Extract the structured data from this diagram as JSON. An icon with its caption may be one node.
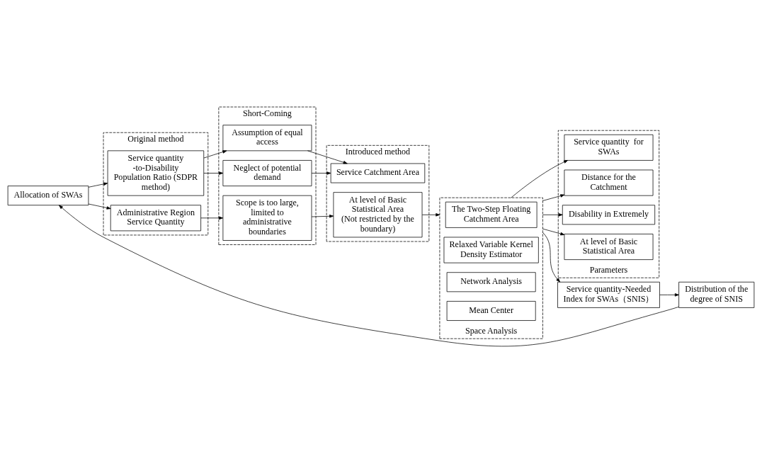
{
  "diagram": {
    "nodes": [
      {
        "text": [
          "Allocation of SWAs"
        ]
      },
      {
        "text": [
          "Original method"
        ]
      },
      {
        "text": [
          "Service quantity -to-Disability Population Ratio (SDPR method)"
        ],
        "in": 1
      },
      {
        "text": [
          "Administrative Region Service Quantity"
        ],
        "in": 1
      },
      {
        "text": [
          "Short-Coming"
        ]
      },
      {
        "text": [
          "Assumption of equal access"
        ],
        "in": 4
      },
      {
        "text": [
          "Neglect of potential demand"
        ],
        "in": 4
      },
      {
        "text": [
          "Scope is too large, limited to administrative boundaries"
        ],
        "in": 4
      },
      {
        "text": [
          "Introduced method"
        ]
      },
      {
        "text": [
          "Service Catchment Area"
        ],
        "in": 8
      },
      {
        "text": [
          "At level of Basic Statistical Area",
          "(Not restricted by the boundary)"
        ],
        "in": 8
      },
      {
        "text": [
          "Space Analysis"
        ]
      },
      {
        "text": [
          "The Two-Step Floating Catchment Area"
        ],
        "in": 11
      },
      {
        "text": [
          "Relaxed Variable Kernel Density Estimator"
        ],
        "in": 11
      },
      {
        "text": [
          "Network Analysis"
        ],
        "in": 11
      },
      {
        "text": [
          "Mean Center"
        ],
        "in": 11
      },
      {
        "text": [
          "Parameters"
        ]
      },
      {
        "text": [
          "Service quantity  for SWAs"
        ],
        "in": 16
      },
      {
        "text": [
          "Distance for the Catchment"
        ],
        "in": 16
      },
      {
        "text": [
          "Disability in Extremely"
        ],
        "in": 16
      },
      {
        "text": [
          "At level of Basic Statistical Area"
        ],
        "in": 16
      },
      {
        "text": [
          "Service quantity-Needed Index for SWAs（SNIS）"
        ]
      },
      {
        "text": [
          "Distribution of the degree of SNIS"
        ]
      }
    ],
    "edges": [
      {
        "from": 0,
        "to": 2,
        "arrow": "to"
      },
      {
        "from": 0,
        "to": 3,
        "arrow": "to"
      },
      {
        "from": 2,
        "to": 5,
        "arrow": "to"
      },
      {
        "from": 2,
        "to": 6,
        "arrow": "to"
      },
      {
        "from": 3,
        "to": 7,
        "arrow": "to"
      },
      {
        "from": 5,
        "to": 9,
        "arrow": "to"
      },
      {
        "from": 6,
        "to": 9,
        "arrow": "to"
      },
      {
        "from": 7,
        "to": 10,
        "arrow": "to"
      },
      {
        "from": 10,
        "to": 11,
        "arrow": "to"
      },
      {
        "from": 11,
        "to": 17,
        "arrow": "to"
      },
      {
        "from": 11,
        "to": 18,
        "arrow": "to"
      },
      {
        "from": 11,
        "to": 19,
        "arrow": "to"
      },
      {
        "from": 11,
        "to": 20,
        "arrow": "to"
      },
      {
        "from": 11,
        "to": 21,
        "arrow": "to"
      },
      {
        "from": 21,
        "to": 22,
        "arrow": "to"
      },
      {
        "from": 22,
        "to": 0,
        "arrow": "to"
      }
    ]
  }
}
